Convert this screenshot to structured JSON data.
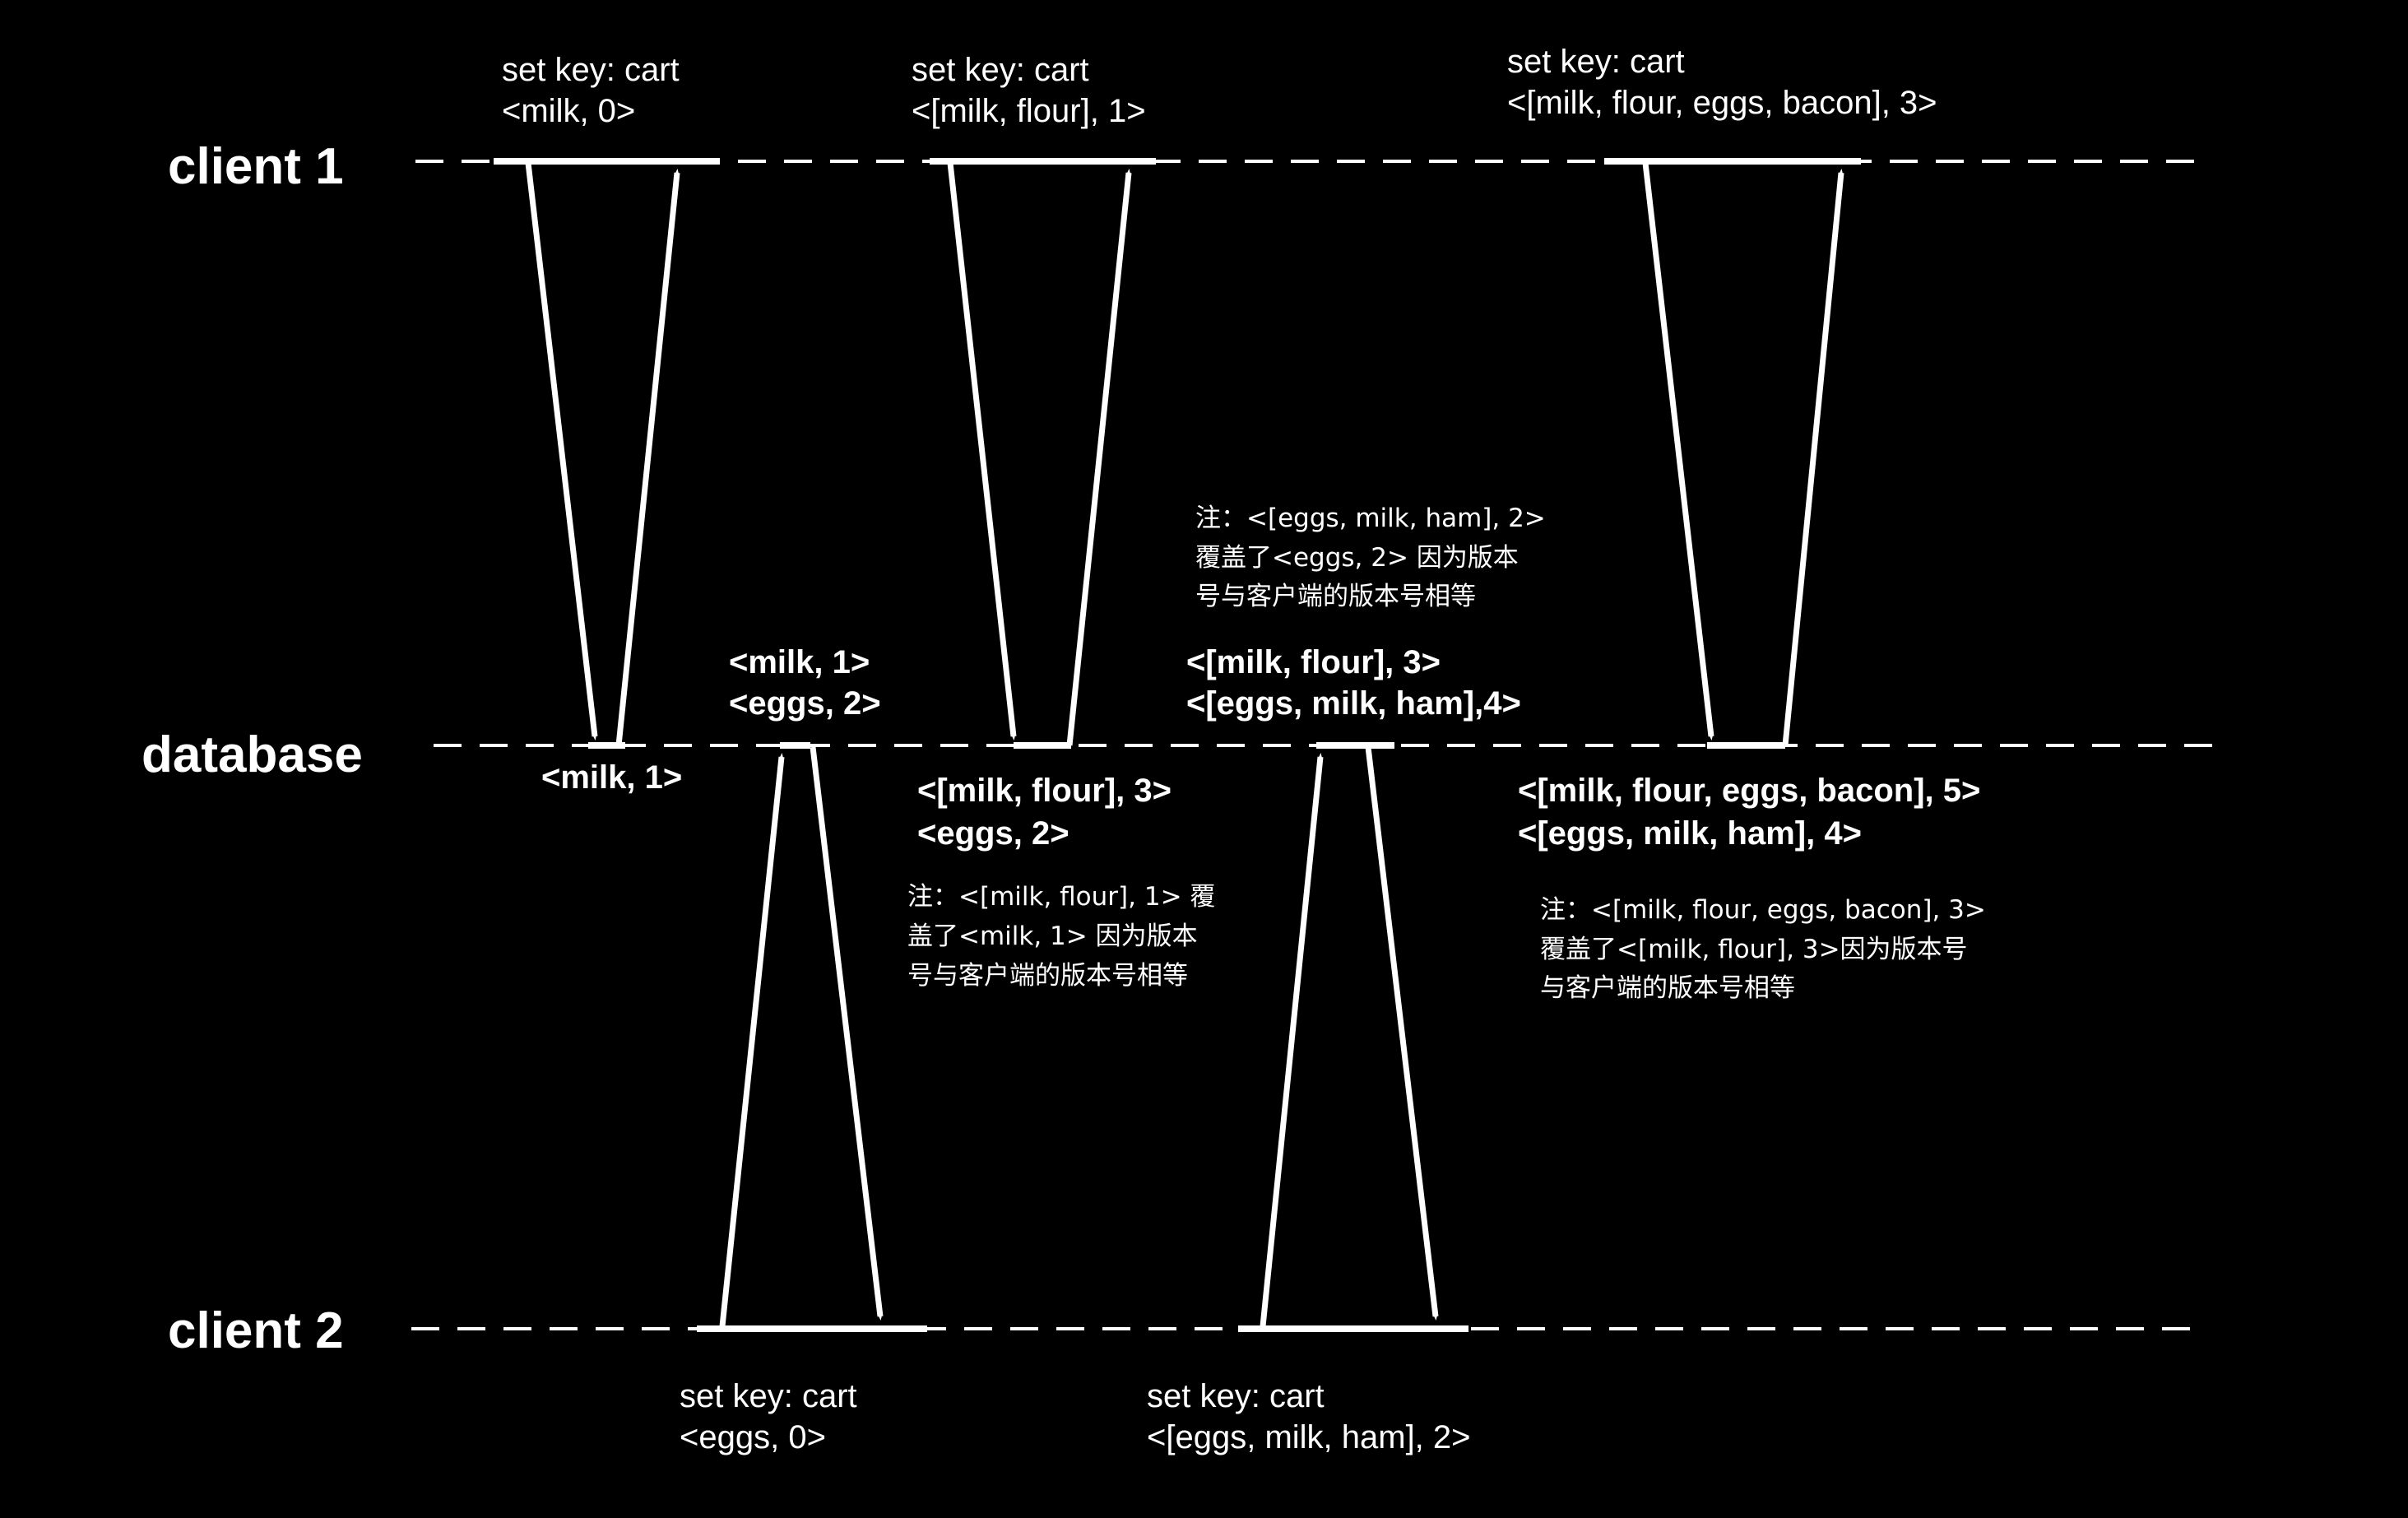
{
  "lanes": {
    "client1": "client 1",
    "database": "database",
    "client2": "client 2"
  },
  "client1_ops": {
    "op1": {
      "line1": "set key: cart",
      "line2": "<milk, 0>"
    },
    "op2": {
      "line1": "set key: cart",
      "line2": "<[milk, flour], 1>"
    },
    "op3": {
      "line1": "set key: cart",
      "line2": "<[milk, flour, eggs, bacon], 3>"
    }
  },
  "client2_ops": {
    "op1": {
      "line1": "set key: cart",
      "line2": "<eggs, 0>"
    },
    "op2": {
      "line1": "set key: cart",
      "line2": "<[eggs, milk, ham], 2>"
    }
  },
  "db_states": {
    "s1": {
      "line1": "<milk, 1>"
    },
    "s2": {
      "line1": "<milk, 1>",
      "line2": "<eggs, 2>"
    },
    "s3": {
      "line1": "<[milk, flour], 3>",
      "line2": "<eggs, 2>"
    },
    "s4": {
      "line1": "<[milk, flour], 3>",
      "line2": "<[eggs, milk, ham],4>"
    },
    "s5": {
      "line1": "<[milk, flour, eggs, bacon], 5>",
      "line2": "<[eggs, milk, ham], 4>"
    }
  },
  "notes": {
    "note1": {
      "line1": "注：<[milk, flour], 1> 覆",
      "line2": "盖了<milk, 1> 因为版本",
      "line3": "号与客户端的版本号相等"
    },
    "note2": {
      "line1": "注：<[eggs, milk, ham], 2>",
      "line2": "覆盖了<eggs, 2> 因为版本",
      "line3": "号与客户端的版本号相等"
    },
    "note3": {
      "line1": "注：<[milk, flour, eggs, bacon], 3>",
      "line2": "覆盖了<[milk, flour], 3>因为版本号",
      "line3": "与客户端的版本号相等"
    }
  },
  "colors": {
    "background": "#000000",
    "foreground": "#ffffff"
  }
}
